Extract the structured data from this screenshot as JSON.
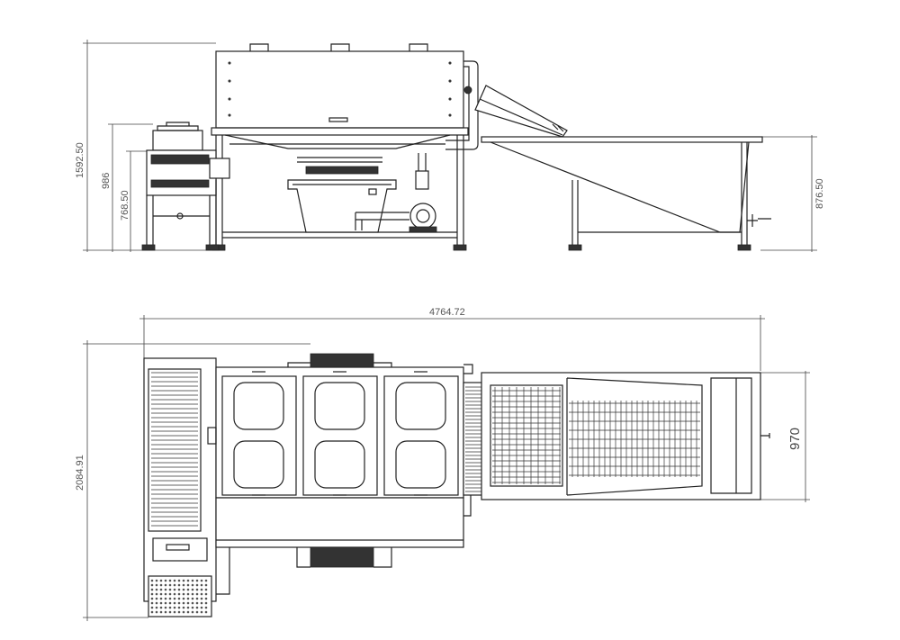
{
  "drawing": {
    "side_view": {
      "dimensions": {
        "overall_height": "1592.50",
        "hopper_height": "986",
        "inlet_height": "768.50",
        "outlet_tank_height": "876.50"
      }
    },
    "top_view": {
      "dimensions": {
        "overall_length": "4764.72",
        "overall_width": "2084.91",
        "tank_width": "970"
      }
    }
  }
}
